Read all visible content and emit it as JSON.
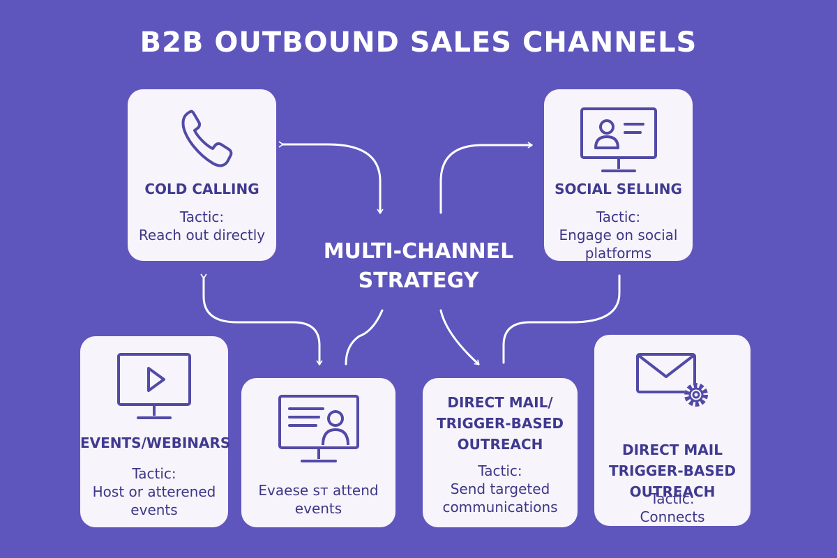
{
  "title": "B2B OUTBOUND SALES CHANNELS",
  "center": {
    "line1": "MULTI-CHANNEL",
    "line2": "STRATEGY"
  },
  "cards": [
    {
      "icon": "phone-icon",
      "title_lines": [
        "COLD CALLING"
      ],
      "tactic_lines": [
        "Tactic:",
        "Reach out directly"
      ]
    },
    {
      "icon": "profile-monitor-icon",
      "title_lines": [
        "SOCIAL SELLING"
      ],
      "tactic_lines": [
        "Tactic:",
        "Engage on social",
        "platforms"
      ]
    },
    {
      "icon": "video-play-monitor-icon",
      "title_lines": [
        "EVENTS/WEBINARS"
      ],
      "tactic_lines": [
        "Tactic:",
        "Host or atterened",
        "events"
      ]
    },
    {
      "icon": "webinar-monitor-icon",
      "title_lines": [],
      "tactic_lines": [
        "Evaese sт attend",
        "events"
      ]
    },
    {
      "icon": "",
      "title_lines": [
        "DIRECT MAIL/",
        "TRIGGER-BASED",
        "OUTREACH"
      ],
      "tactic_lines": [
        "Tactic:",
        "Send targeted",
        "communications"
      ]
    },
    {
      "icon": "mail-gear-icon",
      "title_lines": [
        "DIRECT MAIL",
        "TRIGGER-BASED",
        "OUTREACH"
      ],
      "tactic_lines": [
        "Tactic:",
        "Connects"
      ]
    }
  ],
  "colors": {
    "background": "#5f56bd",
    "card": "#f7f4fb",
    "accent": "#3f3a8f",
    "line": "#ffffff"
  }
}
